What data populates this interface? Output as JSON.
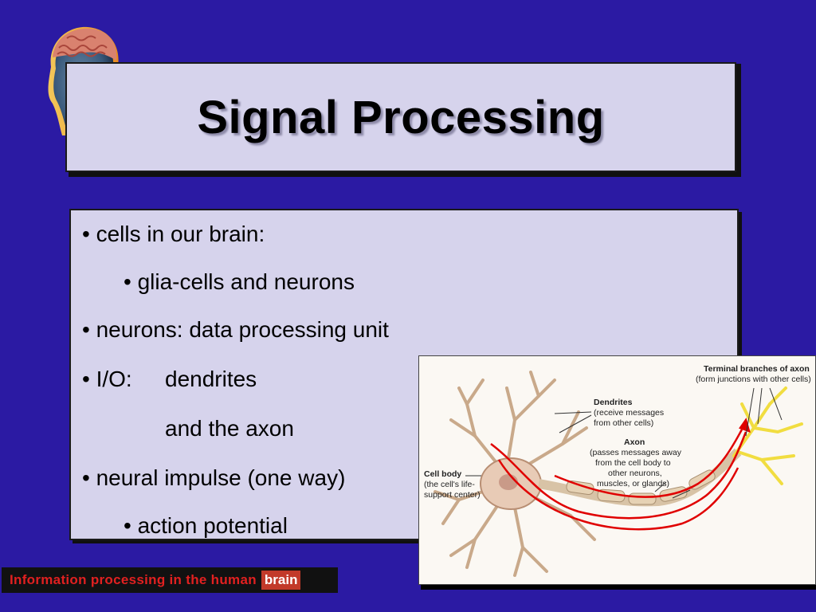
{
  "slide": {
    "title": "Signal Processing",
    "bullets": [
      "• cells in our brain:",
      "• glia-cells and neurons",
      "• neurons: data processing unit",
      "• I/O:",
      "dendrites",
      "and the axon",
      "• neural impulse (one way)",
      "• action potential"
    ]
  },
  "figure": {
    "labels": {
      "terminal_title": "Terminal branches of axon",
      "terminal_desc": "(form junctions with other cells)",
      "dendrites_title": "Dendrites",
      "dendrites_desc1": "(receive messages",
      "dendrites_desc2": "from other cells)",
      "axon_title": "Axon",
      "axon_desc1": "(passes messages away",
      "axon_desc2": "from the cell body to",
      "axon_desc3": "other neurons,",
      "axon_desc4": "muscles, or glands)",
      "cellbody_title": "Cell body",
      "cellbody_desc1": "(the cell's life-",
      "cellbody_desc2": "support center)"
    }
  },
  "footer": {
    "text": "Information processing in the human",
    "highlight": "brain"
  },
  "colors": {
    "background": "#2b1aa3",
    "panel": "#d6d3ec",
    "footer_red": "#e12020",
    "arrow_red": "#e00000"
  }
}
